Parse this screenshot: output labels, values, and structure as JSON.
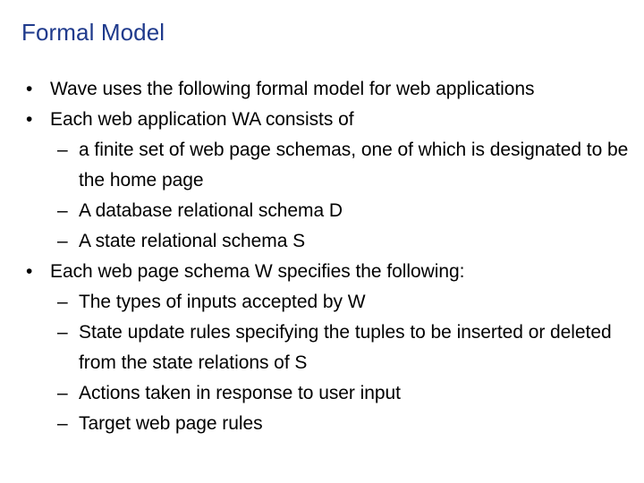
{
  "slide": {
    "title": "Formal Model",
    "title_color": "#1F3A8C",
    "background_color": "#FFFFFF",
    "body_color": "#000000",
    "bullet_glyph": "•",
    "dash_glyph": "–",
    "bullets": [
      {
        "level": 1,
        "text": "Wave uses the following formal model for web applications"
      },
      {
        "level": 1,
        "text": "Each web application WA consists of"
      },
      {
        "level": 2,
        "text": "a finite set of web page schemas, one of which is designated to be the home page"
      },
      {
        "level": 2,
        "text": "A database relational schema D"
      },
      {
        "level": 2,
        "text": "A state relational schema S"
      },
      {
        "level": 1,
        "text": "Each web page schema W specifies the following:"
      },
      {
        "level": 2,
        "text": "The types of inputs accepted by W"
      },
      {
        "level": 2,
        "text": "State update rules specifying the tuples to be inserted or deleted from the state relations of S"
      },
      {
        "level": 2,
        "text": "Actions taken in response to user input"
      },
      {
        "level": 2,
        "text": "Target web page rules"
      }
    ]
  }
}
